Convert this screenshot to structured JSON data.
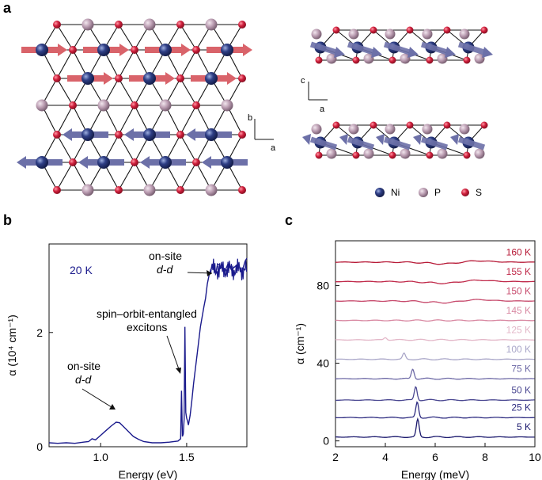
{
  "panel_labels": {
    "a": "a",
    "b": "b",
    "c": "c"
  },
  "panel_a": {
    "left_axes": {
      "b": "b",
      "a": "a"
    },
    "right_axes": {
      "c": "c",
      "a": "a"
    },
    "legend": [
      {
        "label": "Ni",
        "color": "#2a3a7a"
      },
      {
        "label": "P",
        "color": "#b89aae"
      },
      {
        "label": "S",
        "color": "#cc1f3a"
      }
    ],
    "colors": {
      "arrow_up": "#d9636a",
      "arrow_down": "#6c70a8",
      "bond": "#111111"
    }
  },
  "panel_b": {
    "annotations": {
      "temp": "20 K",
      "onsite_high_1": "on-site",
      "onsite_high_2": "d-d",
      "exciton_1": "spin–orbit-entangled",
      "exciton_2": "excitons",
      "onsite_low_1": "on-site",
      "onsite_low_2": "d-d"
    },
    "line_color": "#1a1a8c"
  },
  "panel_c": {
    "line_colors": [
      "#1c1a6e",
      "#2d2b80",
      "#4a4791",
      "#6e6aa6",
      "#a9a6c8",
      "#e3b7c8",
      "#d98aa3",
      "#c74b6d",
      "#c02a4a",
      "#b71a37"
    ]
  },
  "chart_data": [
    {
      "type": "line",
      "xlabel": "Energy (eV)",
      "ylabel": "α (10⁴ cm⁻¹)",
      "xlim": [
        0.7,
        1.85
      ],
      "ylim": [
        0,
        3.55
      ],
      "xticks": [
        1.0,
        1.5
      ],
      "xtick_labels": [
        "1.0",
        "1.5"
      ],
      "yticks": [
        0,
        2
      ],
      "ytick_labels": [
        "0",
        "2"
      ],
      "series": [
        {
          "x": [
            0.7,
            0.75,
            0.8,
            0.85,
            0.9,
            0.93,
            0.95,
            0.97,
            1.0,
            1.03,
            1.06,
            1.09,
            1.11,
            1.13,
            1.16,
            1.19,
            1.22,
            1.25,
            1.3,
            1.35,
            1.4,
            1.45,
            1.465,
            1.47,
            1.475,
            1.48,
            1.485,
            1.49,
            1.495,
            1.5,
            1.505,
            1.51,
            1.52,
            1.53,
            1.54,
            1.56,
            1.58,
            1.6,
            1.61,
            1.62,
            1.63,
            1.64,
            1.65,
            1.66,
            1.67,
            1.68,
            1.7,
            1.72,
            1.74,
            1.76,
            1.78,
            1.8,
            1.82,
            1.84,
            1.85
          ],
          "y": [
            0.07,
            0.06,
            0.07,
            0.06,
            0.08,
            0.09,
            0.14,
            0.12,
            0.2,
            0.28,
            0.36,
            0.43,
            0.42,
            0.36,
            0.27,
            0.18,
            0.13,
            0.09,
            0.07,
            0.07,
            0.08,
            0.1,
            0.14,
            0.98,
            0.18,
            0.22,
            0.48,
            2.1,
            0.6,
            0.5,
            0.45,
            0.38,
            0.55,
            0.8,
            1.1,
            1.6,
            2.1,
            2.45,
            2.6,
            2.85,
            3.0,
            3.1,
            3.15,
            3.1,
            3.05,
            3.2,
            3.15,
            3.05,
            3.2,
            3.1,
            3.15,
            3.2,
            3.05,
            3.25,
            3.3
          ]
        }
      ]
    },
    {
      "type": "line",
      "xlabel": "Energy (meV)",
      "ylabel": "α (cm⁻¹)",
      "xlim": [
        2,
        10
      ],
      "ylim": [
        -3,
        103
      ],
      "xticks": [
        2,
        4,
        6,
        8,
        10
      ],
      "xtick_labels": [
        "2",
        "4",
        "6",
        "8",
        "10"
      ],
      "yticks": [
        0,
        40,
        80
      ],
      "ytick_labels": [
        "0",
        "40",
        "80"
      ],
      "series": [
        {
          "name": "5 K",
          "offset": 2,
          "peak_x": 5.3,
          "peak_h": 9
        },
        {
          "name": "25 K",
          "offset": 12,
          "peak_x": 5.28,
          "peak_h": 8
        },
        {
          "name": "50 K",
          "offset": 21,
          "peak_x": 5.22,
          "peak_h": 7
        },
        {
          "name": "75 K",
          "offset": 32,
          "peak_x": 5.1,
          "peak_h": 5
        },
        {
          "name": "100 K",
          "offset": 42,
          "peak_x": 4.75,
          "peak_h": 3
        },
        {
          "name": "125 K",
          "offset": 52,
          "peak_x": 4.0,
          "peak_h": 1.2
        },
        {
          "name": "145 K",
          "offset": 62,
          "peak_x": 3.5,
          "peak_h": 0
        },
        {
          "name": "150 K",
          "offset": 72,
          "peak_x": 3.5,
          "peak_h": 0
        },
        {
          "name": "155 K",
          "offset": 82,
          "peak_x": 3.5,
          "peak_h": 0
        },
        {
          "name": "160 K",
          "offset": 92,
          "peak_x": 3.5,
          "peak_h": 0
        }
      ]
    }
  ]
}
